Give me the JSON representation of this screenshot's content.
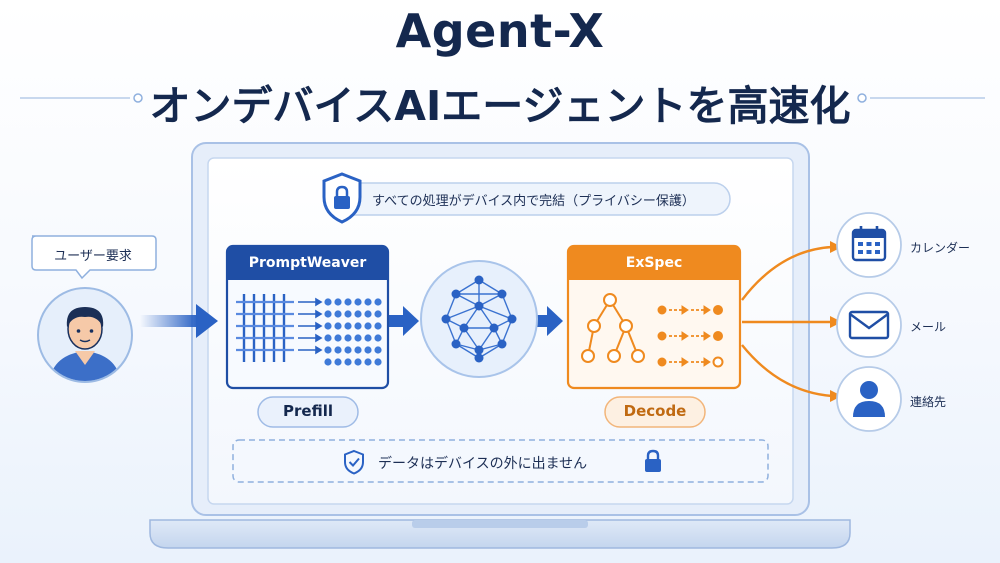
{
  "title": {
    "line1": "Agent-X",
    "line2": "オンデバイスAIエージェントを高速化"
  },
  "privacy_banner": "すべての処理がデバイス内で完結（プライバシー保護）",
  "user_bubble": "ユーザー要求",
  "stages": {
    "prefill": {
      "box_title": "PromptWeaver",
      "label": "Prefill"
    },
    "decode": {
      "box_title": "ExSpec",
      "label": "Decode"
    }
  },
  "data_note": "データはデバイスの外に出ません",
  "apps": [
    {
      "label": "カレンダー",
      "icon": "calendar-icon"
    },
    {
      "label": "メール",
      "icon": "mail-icon"
    },
    {
      "label": "連絡先",
      "icon": "contact-icon"
    }
  ],
  "colors": {
    "navy": "#14284e",
    "blue": "#2a62c4",
    "orange": "#ef8a1f",
    "light_blue": "#e4eefb"
  }
}
